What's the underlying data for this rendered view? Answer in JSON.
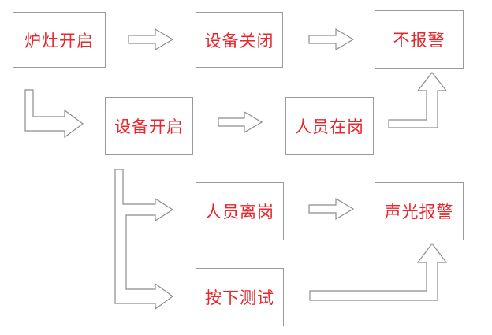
{
  "theme": {
    "text_color": "#e8262c",
    "border_color": "#9a9a9a",
    "arrow_color": "#8c8c8c"
  },
  "nodes": {
    "stove_on": "炉灶开启",
    "device_off": "设备关闭",
    "no_alarm_1": "不报警",
    "device_on": "设备开启",
    "person_present": "人员在岗",
    "person_away": "人员离岗",
    "sound_light_alarm": "声光报警",
    "press_test": "按下测试"
  },
  "edges": [
    {
      "from": "stove_on",
      "to": "device_off"
    },
    {
      "from": "device_off",
      "to": "no_alarm_1"
    },
    {
      "from": "stove_on",
      "to": "device_on"
    },
    {
      "from": "device_on",
      "to": "person_present"
    },
    {
      "from": "person_present",
      "to": "no_alarm_1"
    },
    {
      "from": "device_on",
      "to": "person_away"
    },
    {
      "from": "device_on",
      "to": "press_test"
    },
    {
      "from": "person_away",
      "to": "sound_light_alarm"
    },
    {
      "from": "press_test",
      "to": "sound_light_alarm"
    }
  ]
}
